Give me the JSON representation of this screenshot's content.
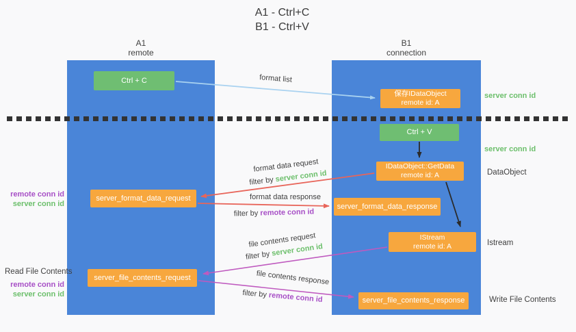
{
  "title": {
    "line1": "A1 - Ctrl+C",
    "line2": "B1 - Ctrl+V"
  },
  "lanes": {
    "a": {
      "id": "A1",
      "role": "remote"
    },
    "b": {
      "id": "B1",
      "role": "connection"
    }
  },
  "nodes": {
    "ctrl_c": {
      "label": "Ctrl + C"
    },
    "save_dataobject": {
      "line1": "保存IDataObject",
      "line2": "remote id: A"
    },
    "ctrl_v": {
      "label": "Ctrl + V"
    },
    "getdata": {
      "line1": "IDataObject::GetData",
      "line2": "remote id: A"
    },
    "format_request": {
      "label": "server_format_data_request"
    },
    "format_response": {
      "label": "server_format_data_response"
    },
    "istream": {
      "line1": "IStream",
      "line2": "remote id: A"
    },
    "file_request": {
      "label": "server_file_contents_request"
    },
    "file_response": {
      "label": "server_file_contents_response"
    }
  },
  "edges": {
    "format_list": {
      "label": "format list"
    },
    "format_data_request": {
      "label": "format data request",
      "filter_prefix": "filter by",
      "filter_key": "server conn id"
    },
    "format_data_response": {
      "label": "format data response",
      "filter_prefix": "filter by",
      "filter_key": "remote conn id"
    },
    "file_contents_request": {
      "label": "file contents request",
      "filter_prefix": "filter by",
      "filter_key": "server conn id"
    },
    "file_contents_response": {
      "label": "file contents response",
      "filter_prefix": "filter by",
      "filter_key": "remote conn id"
    }
  },
  "side_labels": {
    "left_format": {
      "line1": "remote conn id",
      "line2": "server conn id"
    },
    "read_file_contents": "Read File Contents",
    "left_file": {
      "line1": "remote conn id",
      "line2": "server conn id"
    },
    "server_conn_top": "server conn id",
    "server_conn_mid": "server conn id",
    "dataobject": "DataObject",
    "istream": "Istream",
    "write_file_contents": "Write File Contents"
  },
  "colors": {
    "lane_blue": "#4a85d8",
    "box_green": "#6fbe72",
    "box_orange": "#f7a73e",
    "arrow_blue": "#a9d2f0",
    "arrow_red": "#e8655a",
    "arrow_magenta": "#bf5abf",
    "arrow_black": "#2b2b2b",
    "text_green": "#6cbf6b",
    "text_purple": "#a74fc6",
    "text_dark": "#3f3f3f"
  }
}
